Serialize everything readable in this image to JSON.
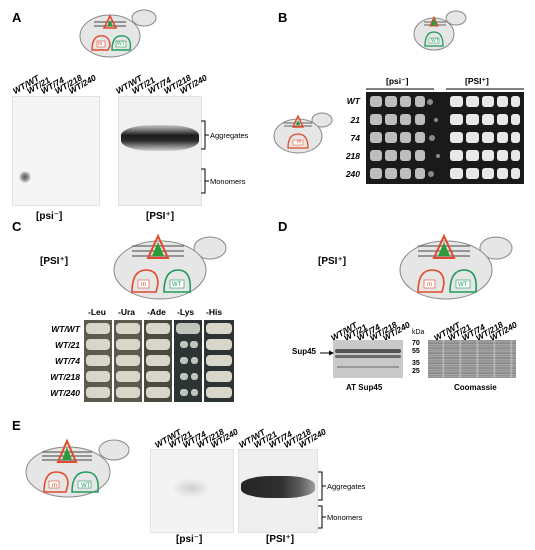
{
  "panels": {
    "A": {
      "label": "A",
      "lanes": [
        "WT/WT",
        "WT/21",
        "WT/74",
        "WT/218",
        "WT/240"
      ],
      "caption_left": "[psi⁻]",
      "caption_right": "[PSI⁺]",
      "aggregates": "Aggregates",
      "monomers": "Monomers",
      "cell_wt": "WT",
      "cell_m": "m"
    },
    "B": {
      "label": "B",
      "col_left": "[psi⁻]",
      "col_right": "[PSI⁺]",
      "rows": [
        "WT",
        "21",
        "74",
        "218",
        "240"
      ],
      "cell_wt": "WT",
      "cell_m": "m"
    },
    "C": {
      "label": "C",
      "strain": "[PSI⁺]",
      "media": [
        "-Leu",
        "-Ura",
        "-Ade",
        "-Lys",
        "-His"
      ],
      "rows": [
        "WT/WT",
        "WT/21",
        "WT/74",
        "WT/218",
        "WT/240"
      ],
      "cell_wt": "WT",
      "cell_m": "m"
    },
    "D": {
      "label": "D",
      "strain": "[PSI⁺]",
      "lanes": [
        "WT/WT",
        "WT/21",
        "WT/74",
        "WT/218",
        "WT/240"
      ],
      "sup45": "Sup45",
      "kda": "kDa",
      "markers": [
        "70",
        "55",
        "35",
        "25"
      ],
      "caption_left": "AT Sup45",
      "caption_right": "Coomassie",
      "cell_wt": "WT",
      "cell_m": "m"
    },
    "E": {
      "label": "E",
      "lanes": [
        "WT/WT",
        "WT/21",
        "WT/74",
        "WT/218",
        "WT/240"
      ],
      "caption_left": "[psi⁻]",
      "caption_right": "[PSI⁺]",
      "aggregates": "Aggregates",
      "monomers": "Monomers",
      "cell_wt": "WT",
      "cell_m": "m"
    }
  }
}
